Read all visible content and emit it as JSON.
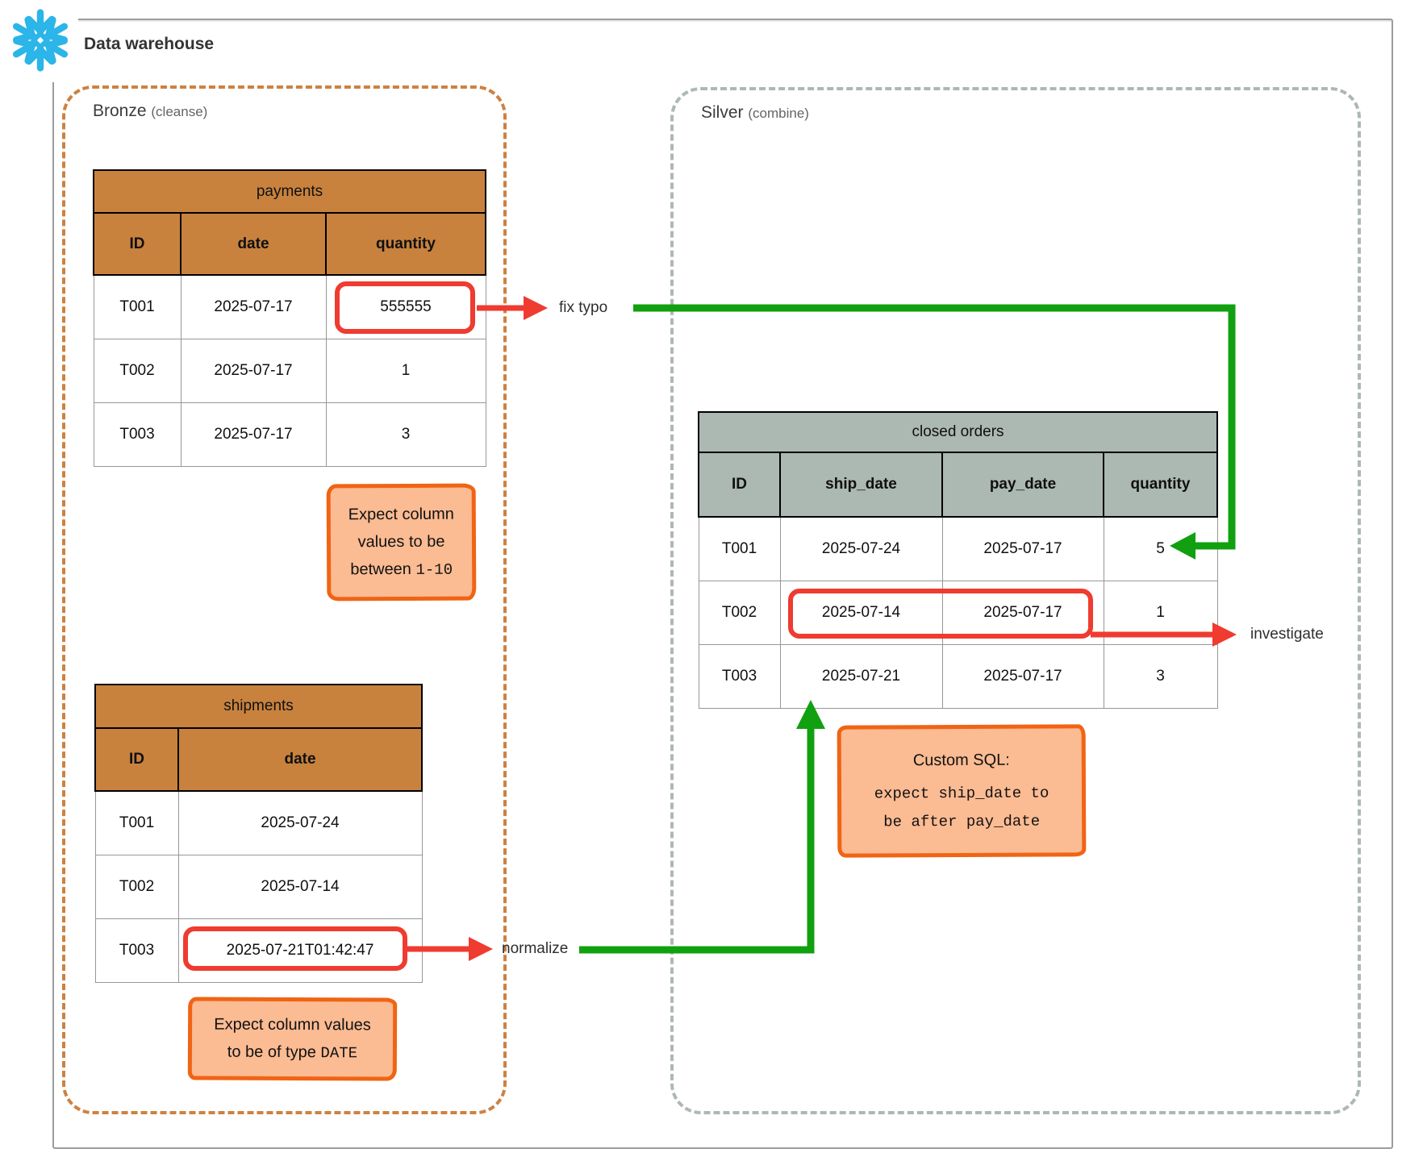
{
  "app": {
    "title": "Data warehouse"
  },
  "zones": {
    "bronze": {
      "label": "Bronze",
      "sublabel": "(cleanse)"
    },
    "silver": {
      "label": "Silver",
      "sublabel": "(combine)"
    }
  },
  "tables": {
    "payments": {
      "title": "payments",
      "columns": [
        "ID",
        "date",
        "quantity"
      ],
      "rows": [
        [
          "T001",
          "2025-07-17",
          "555555"
        ],
        [
          "T002",
          "2025-07-17",
          "1"
        ],
        [
          "T003",
          "2025-07-17",
          "3"
        ]
      ]
    },
    "shipments": {
      "title": "shipments",
      "columns": [
        "ID",
        "date"
      ],
      "rows": [
        [
          "T001",
          "2025-07-24"
        ],
        [
          "T002",
          "2025-07-14"
        ],
        [
          "T003",
          "2025-07-21T01:42:47"
        ]
      ]
    },
    "closed_orders": {
      "title": "closed orders",
      "columns": [
        "ID",
        "ship_date",
        "pay_date",
        "quantity"
      ],
      "rows": [
        [
          "T001",
          "2025-07-24",
          "2025-07-17",
          "5"
        ],
        [
          "T002",
          "2025-07-14",
          "2025-07-17",
          "1"
        ],
        [
          "T003",
          "2025-07-21",
          "2025-07-17",
          "3"
        ]
      ]
    }
  },
  "notes": {
    "range_check": {
      "line1": "Expect column",
      "line2": "values to be",
      "line3_prefix": "between ",
      "line3_mono": "1-10"
    },
    "type_check": {
      "line1": "Expect column values",
      "line2_prefix": "to be of type ",
      "line2_mono": "DATE"
    },
    "custom_sql": {
      "line1": "Custom SQL:",
      "line2_mono": "expect ship_date to",
      "line3_mono": "be after pay_date"
    }
  },
  "flow_labels": {
    "fix_typo": "fix typo",
    "normalize": "normalize",
    "investigate": "investigate"
  },
  "colors": {
    "table_header_orange": "#C8823E",
    "table_header_gray": "#ACB8B2",
    "note_fill": "#FBBB93",
    "note_border": "#F06414",
    "highlight_red": "#EF3B30",
    "arrow_green": "#10A010",
    "bronze_border": "#CE8140",
    "silver_border": "#AEB8B3",
    "logo_blue": "#2BB5E8"
  }
}
